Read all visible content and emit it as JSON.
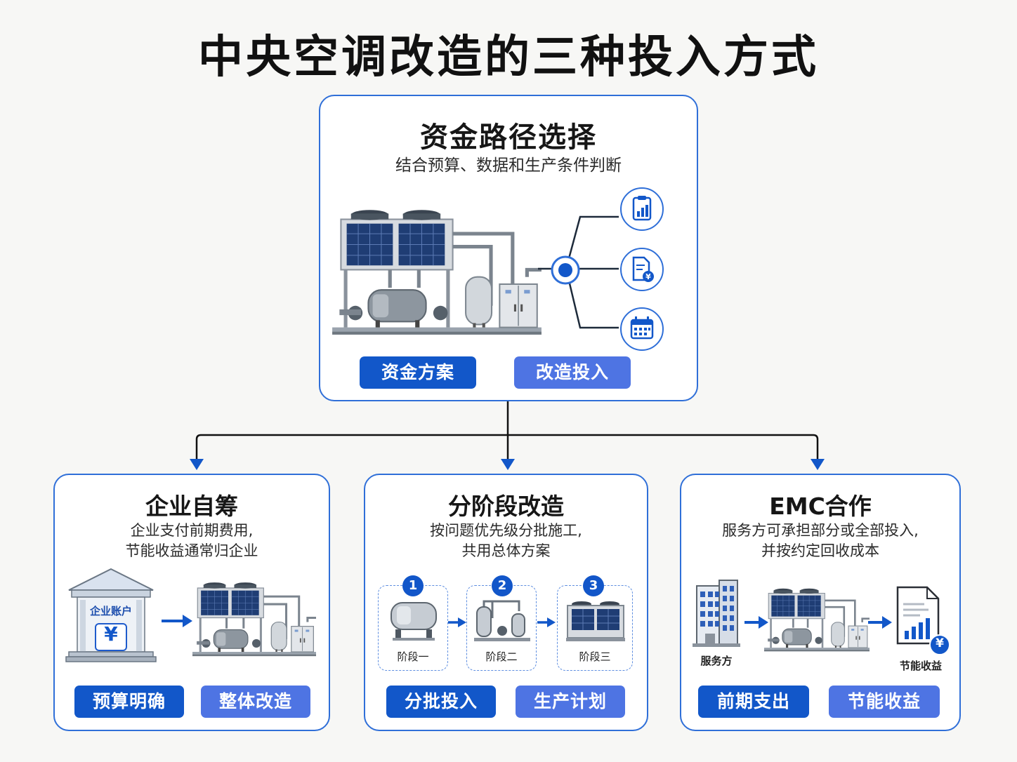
{
  "title": "中央空调改造的三种投入方式",
  "top_card": {
    "title": "资金路径选择",
    "subtitle": "结合预算、数据和生产条件判断",
    "buttons": [
      "资金方案",
      "改造投入"
    ],
    "icons": [
      "chart-clipboard-icon",
      "document-yen-icon",
      "calendar-icon"
    ]
  },
  "cards": [
    {
      "title": "企业自筹",
      "subtitle_lines": [
        "企业支付前期费用,",
        "节能收益通常归企业"
      ],
      "bank_label": "企业账户",
      "yen": "¥",
      "buttons": [
        "预算明确",
        "整体改造"
      ]
    },
    {
      "title": "分阶段改造",
      "subtitle_lines": [
        "按问题优先级分批施工,",
        "共用总体方案"
      ],
      "stages": [
        {
          "num": "1",
          "label": "阶段一"
        },
        {
          "num": "2",
          "label": "阶段二"
        },
        {
          "num": "3",
          "label": "阶段三"
        }
      ],
      "buttons": [
        "分批投入",
        "生产计划"
      ]
    },
    {
      "title": "EMC合作",
      "subtitle_lines": [
        "服务方可承担部分或全部投入,",
        "并按约定回收成本"
      ],
      "provider_label": "服务方",
      "benefit_label": "节能收益",
      "yen": "¥",
      "buttons": [
        "前期支出",
        "节能收益"
      ]
    }
  ],
  "colors": {
    "accent": "#2f6fd8",
    "button_dark": "#1257c9",
    "button_light": "#4e74e3",
    "background": "#f7f7f5"
  }
}
